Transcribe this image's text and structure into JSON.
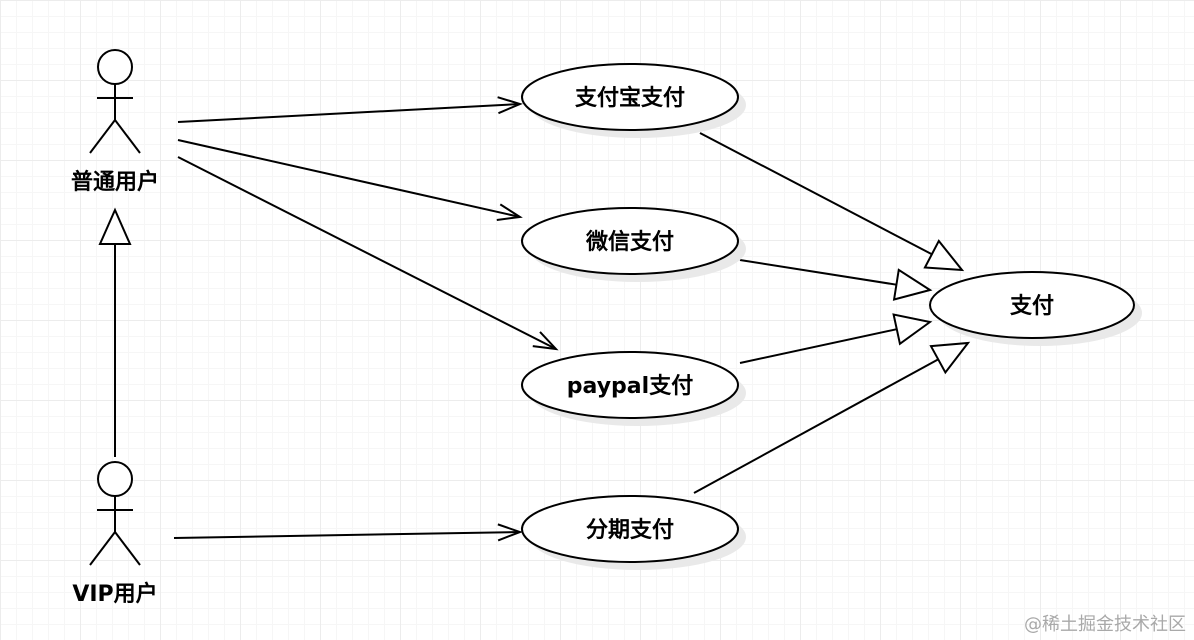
{
  "actors": [
    {
      "id": "normal",
      "label": "普通用户"
    },
    {
      "id": "vip",
      "label": "VIP用户"
    }
  ],
  "use_cases": [
    {
      "id": "alipay",
      "label": "支付宝支付"
    },
    {
      "id": "wechat",
      "label": "微信支付"
    },
    {
      "id": "paypal",
      "label": "paypal支付"
    },
    {
      "id": "installment",
      "label": "分期支付"
    },
    {
      "id": "pay",
      "label": "支付"
    }
  ],
  "associations": [
    {
      "from": "normal",
      "to": "alipay"
    },
    {
      "from": "normal",
      "to": "wechat"
    },
    {
      "from": "normal",
      "to": "paypal"
    },
    {
      "from": "vip",
      "to": "installment"
    }
  ],
  "generalizations": [
    {
      "child": "vip",
      "parent": "normal"
    },
    {
      "child": "alipay",
      "parent": "pay"
    },
    {
      "child": "wechat",
      "parent": "pay"
    },
    {
      "child": "paypal",
      "parent": "pay"
    },
    {
      "child": "installment",
      "parent": "pay"
    }
  ],
  "colors": {
    "stroke": "#000000",
    "fill": "#ffffff",
    "shadow": "#e9e9e9",
    "watermark": "#a9a9a9"
  },
  "watermark": "@稀土掘金技术社区"
}
